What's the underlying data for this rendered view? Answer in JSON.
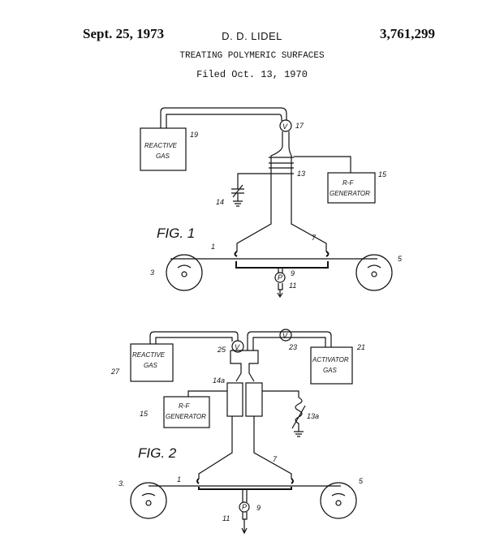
{
  "header": {
    "date": "Sept. 25, 1973",
    "inventor": "D. D. LIDEL",
    "patent_number": "3,761,299",
    "title": "TREATING POLYMERIC SURFACES",
    "filed": "Filed Oct. 13, 1970"
  },
  "fig1": {
    "caption": "FIG. 1",
    "reactive_gas": [
      "REACTIVE",
      "GAS"
    ],
    "rf_generator": [
      "R-F",
      "GENERATOR"
    ],
    "valve": "V",
    "pump": "P",
    "refs": {
      "film": "1",
      "supply_roll": "3",
      "takeup_roll": "5",
      "chamber": "7",
      "outlet": "9",
      "pump": "11",
      "coil": "13",
      "capacitor": "14",
      "rf": "15",
      "valve": "17",
      "gas": "19"
    }
  },
  "fig2": {
    "caption": "FIG. 2",
    "reactive_gas": [
      "REACTIVE",
      "GAS"
    ],
    "activator_gas": [
      "ACTIVATOR",
      "GAS"
    ],
    "rf_generator": [
      "R-F",
      "GENERATOR"
    ],
    "valve": "V",
    "pump": "P",
    "refs": {
      "film": "1",
      "supply_roll": "3.",
      "takeup_roll": "5",
      "chamber": "7",
      "outlet": "9",
      "pump": "11",
      "inductor": "13a",
      "electrodes": "14a",
      "rf": "15",
      "activator": "21",
      "valve_activator": "23",
      "valve_reactive": "25",
      "reactive": "27"
    }
  }
}
